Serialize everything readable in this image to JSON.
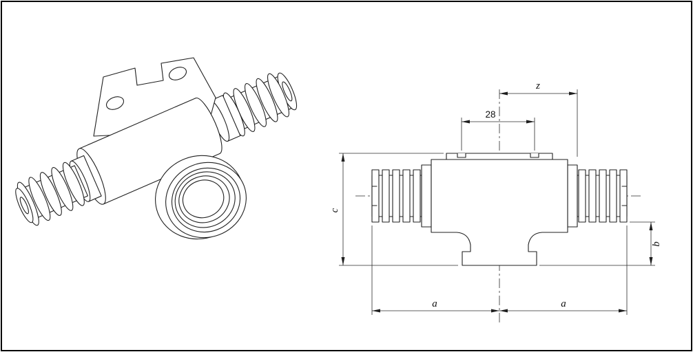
{
  "drawing": {
    "dimensions": {
      "z": "z",
      "slot_spacing": "28",
      "c": "c",
      "b": "b",
      "a_left": "a",
      "a_right": "a"
    },
    "colors": {
      "background": "#ffffff",
      "line": "#1f1f1f",
      "dimension": "#2a2a2a",
      "border": "#000000"
    }
  }
}
